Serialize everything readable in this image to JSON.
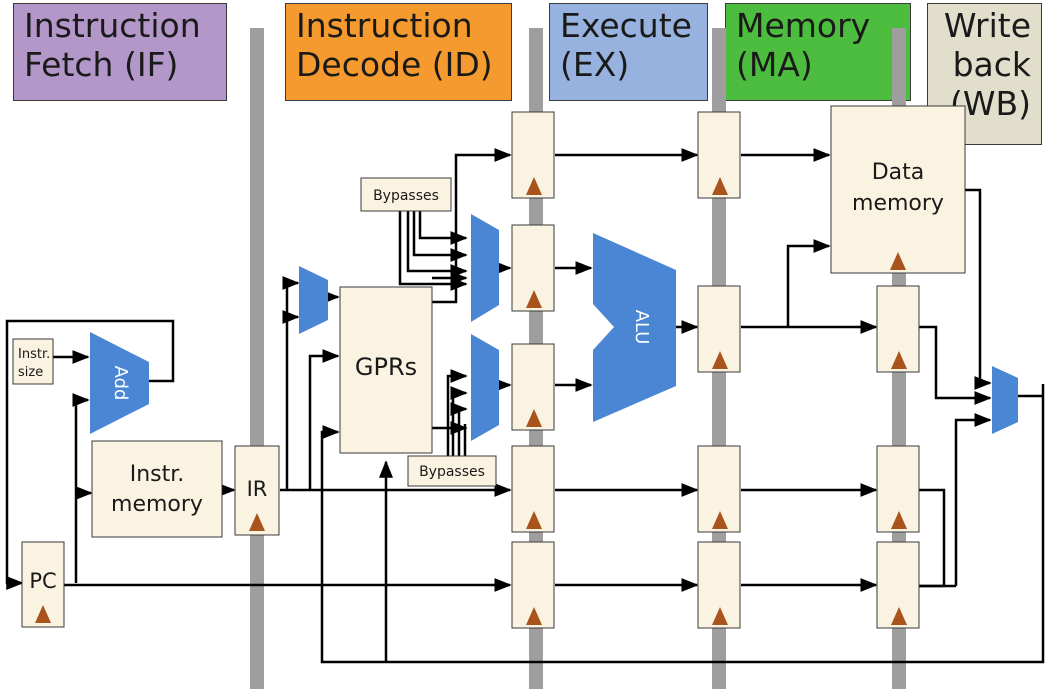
{
  "stages": [
    {
      "id": "if",
      "text": "Instruction\nFetch (IF)",
      "color": "#b497c9"
    },
    {
      "id": "id",
      "text": "Instruction\nDecode (ID)",
      "color": "#f59a2e"
    },
    {
      "id": "ex",
      "text": "Execute\n(EX)",
      "color": "#98b2e0"
    },
    {
      "id": "ma",
      "text": "Memory\n(MA)",
      "color": "#4cbd3f"
    },
    {
      "id": "wb",
      "text": "Write\nback\n(WB)",
      "color": "#e1dfcb"
    }
  ],
  "blocks": {
    "instr_size": [
      "Instr.",
      "size"
    ],
    "add": "Add",
    "instr_memory": [
      "Instr.",
      "memory"
    ],
    "ir": "IR",
    "pc": "PC",
    "gprs": "GPRs",
    "bypasses_top": "Bypasses",
    "bypasses_bottom": "Bypasses",
    "alu": "ALU",
    "data_memory": [
      "Data",
      "memory"
    ]
  },
  "colors": {
    "block_fill": "#fbf3e1",
    "mux_fill": "#4a86d4",
    "clock_marker": "#a8541c",
    "pipeline_bar": "#9e9e9e",
    "wire": "#000000"
  }
}
